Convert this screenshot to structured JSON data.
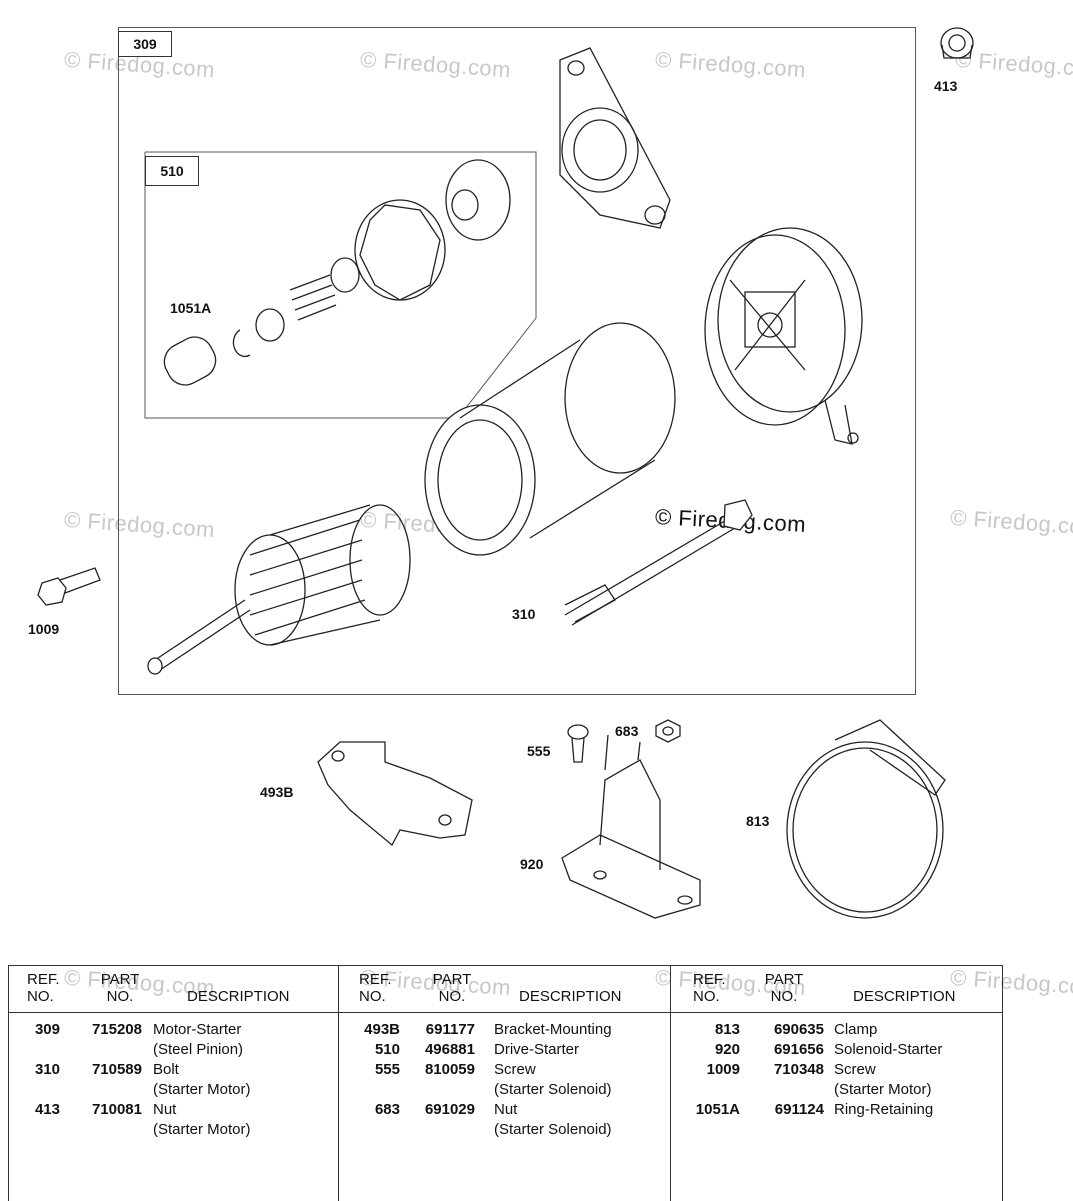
{
  "watermark": "© Firedog.com",
  "callouts": {
    "c309": "309",
    "c510": "510",
    "c1051a": "1051A",
    "c413": "413",
    "c1009": "1009",
    "c310": "310",
    "c493b": "493B",
    "c555": "555",
    "c683": "683",
    "c813": "813",
    "c920": "920"
  },
  "table": {
    "headers": {
      "ref": "REF.",
      "ref2": "NO.",
      "part": "PART",
      "part2": "NO.",
      "desc": "DESCRIPTION"
    },
    "columns": [
      [
        {
          "ref": "309",
          "part": "715208",
          "desc": "Motor-Starter",
          "sub": "(Steel Pinion)"
        },
        {
          "ref": "310",
          "part": "710589",
          "desc": "Bolt",
          "sub": "(Starter Motor)"
        },
        {
          "ref": "413",
          "part": "710081",
          "desc": "Nut",
          "sub": "(Starter Motor)"
        }
      ],
      [
        {
          "ref": "493B",
          "part": "691177",
          "desc": "Bracket-Mounting",
          "sub": ""
        },
        {
          "ref": "510",
          "part": "496881",
          "desc": "Drive-Starter",
          "sub": ""
        },
        {
          "ref": "555",
          "part": "810059",
          "desc": "Screw",
          "sub": "(Starter Solenoid)"
        },
        {
          "ref": "683",
          "part": "691029",
          "desc": "Nut",
          "sub": "(Starter Solenoid)"
        }
      ],
      [
        {
          "ref": "813",
          "part": "690635",
          "desc": "Clamp",
          "sub": ""
        },
        {
          "ref": "920",
          "part": "691656",
          "desc": "Solenoid-Starter",
          "sub": ""
        },
        {
          "ref": "1009",
          "part": "710348",
          "desc": "Screw",
          "sub": "(Starter Motor)"
        },
        {
          "ref": "1051A",
          "part": "691124",
          "desc": "Ring-Retaining",
          "sub": ""
        }
      ]
    ]
  }
}
